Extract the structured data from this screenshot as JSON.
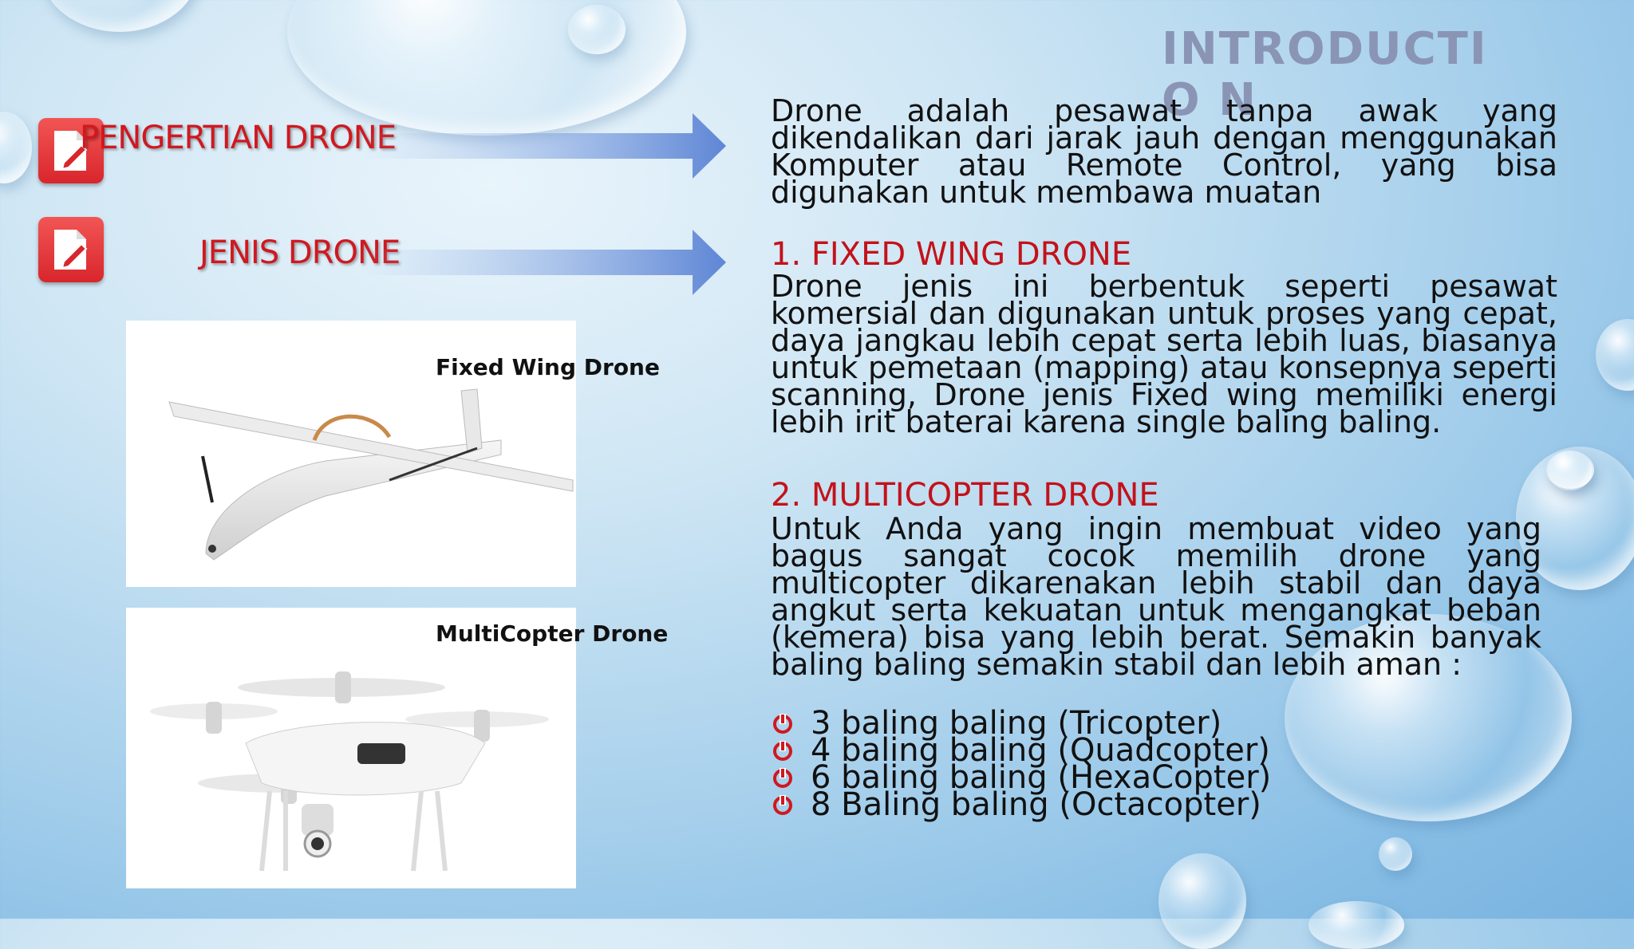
{
  "slide": {
    "title": "INTRODUCTIO N",
    "nav": [
      {
        "label": "PENGERTIAN DRONE",
        "icon": "edit-document-icon"
      },
      {
        "label": "JENIS DRONE",
        "icon": "edit-document-icon"
      }
    ],
    "definition": "Drone adalah pesawat tanpa awak yang dikendalikan dari jarak jauh dengan menggunakan Komputer atau Remote Control, yang bisa digunakan untuk membawa muatan",
    "fixed_wing": {
      "heading": "1. FIXED WING DRONE",
      "text": "Drone jenis ini berbentuk seperti pesawat komersial dan digunakan untuk proses yang cepat, daya jangkau lebih cepat serta lebih luas, biasanya untuk pemetaan (mapping) atau konsepnya seperti scanning, Drone jenis Fixed wing memiliki energi lebih irit baterai karena single baling baling."
    },
    "multicopter": {
      "heading": "2. MULTICOPTER DRONE",
      "text": "Untuk Anda yang ingin membuat video yang bagus sangat cocok memilih drone yang multicopter dikarenakan lebih stabil dan daya angkut serta kekuatan untuk mengangkat beban (kemera) bisa yang lebih berat. Semakin banyak baling baling semakin stabil dan lebih aman :",
      "list": [
        "3 baling baling (Tricopter)",
        "4 baling baling (Quadcopter)",
        "6 baling baling (HexaCopter)",
        "8 Baling baling (Octacopter)"
      ]
    },
    "images": [
      {
        "caption": "Fixed Wing Drone"
      },
      {
        "caption": "MultiCopter Drone"
      }
    ],
    "colors": {
      "accent": "#d0181f",
      "title": "#8a95b5",
      "arrow": "#5f86d6"
    }
  }
}
